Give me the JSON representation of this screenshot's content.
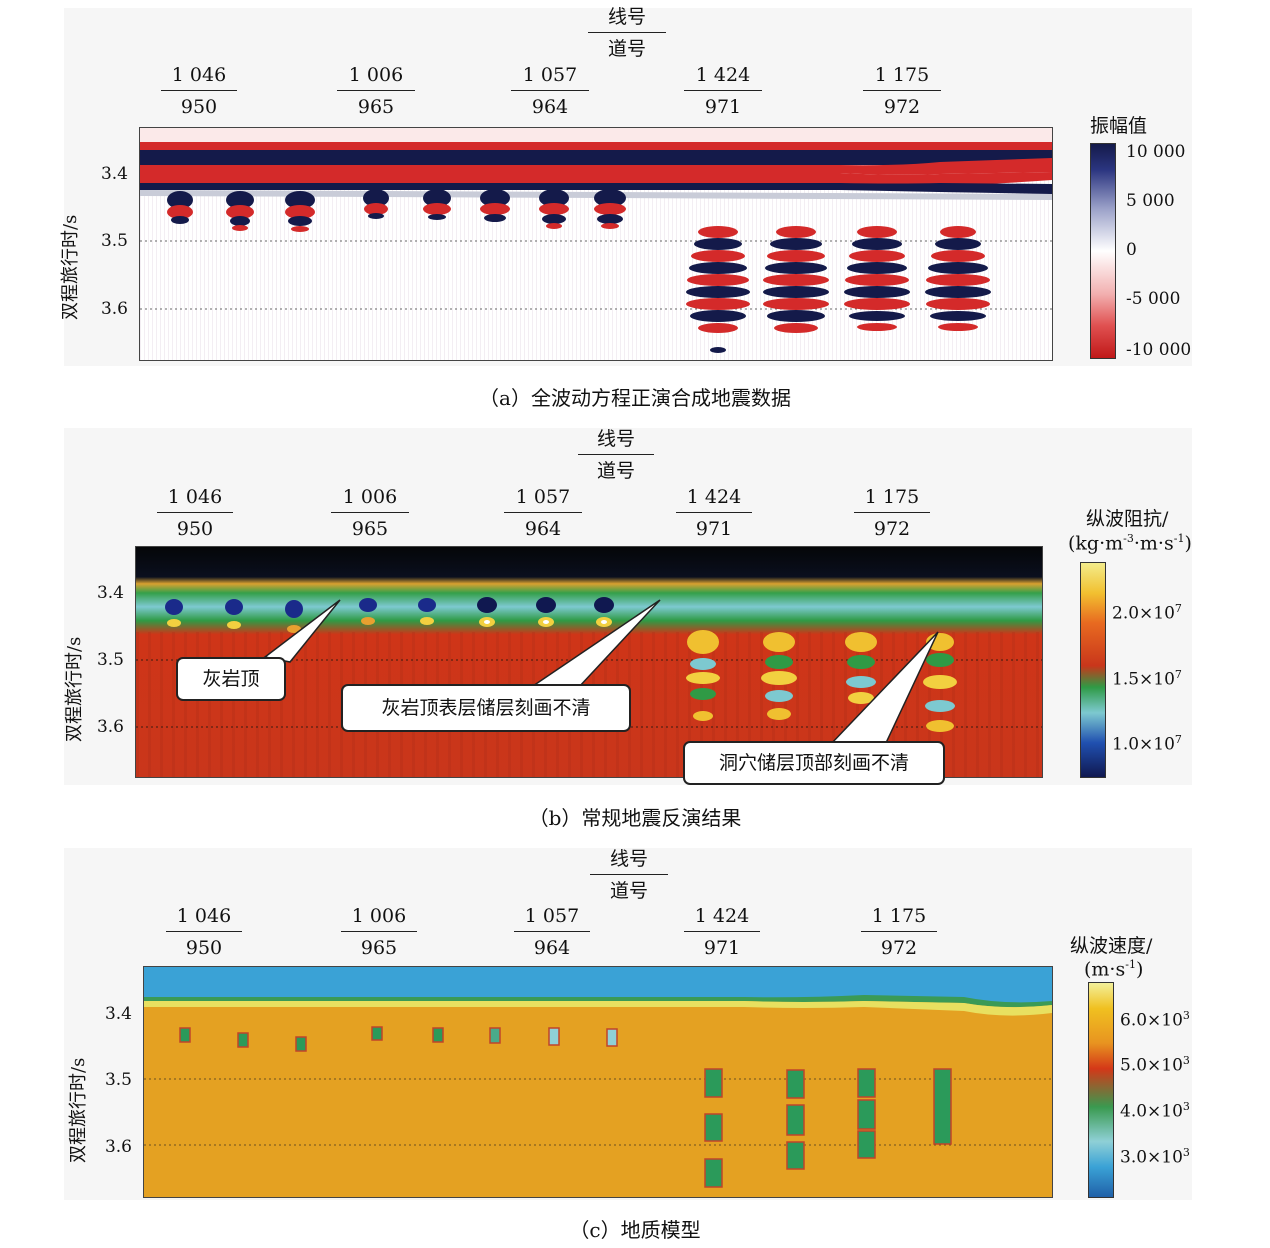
{
  "shared": {
    "line_header": "线号",
    "trace_header": "道号",
    "wells": [
      {
        "line": "1 046",
        "trace": "950"
      },
      {
        "line": "1 006",
        "trace": "965"
      },
      {
        "line": "1 057",
        "trace": "964"
      },
      {
        "line": "1 424",
        "trace": "971"
      },
      {
        "line": "1 175",
        "trace": "972"
      }
    ],
    "y_label": "双程旅行时/s",
    "y_ticks": [
      "3.4",
      "3.5",
      "3.6"
    ]
  },
  "panel_a": {
    "caption": "（a）全波动方程正演合成地震数据",
    "colorbar_title": "振幅值",
    "colorbar_ticks": [
      "10 000",
      "5 000",
      "0",
      "-5 000",
      "-10 000"
    ],
    "colors": [
      "#141a4a",
      "#ffffff",
      "#d42a2a"
    ]
  },
  "panel_b": {
    "caption": "（b）常规地震反演结果",
    "colorbar_title_1": "纵波阻抗/",
    "colorbar_title_2_base": "(kg·m",
    "colorbar_title_2_sup1": "-3",
    "colorbar_title_2_mid": "·m·s",
    "colorbar_title_2_sup2": "-1",
    "colorbar_title_2_end": ")",
    "colorbar_ticks": [
      {
        "base": "2.0×10",
        "exp": "7"
      },
      {
        "base": "1.5×10",
        "exp": "7"
      },
      {
        "base": "1.0×10",
        "exp": "7"
      }
    ],
    "annotations": [
      "灰岩顶",
      "灰岩顶表层储层刻画不清",
      "洞穴储层顶部刻画不清"
    ]
  },
  "panel_c": {
    "caption": "（c）地质模型",
    "colorbar_title_1": "纵波速度/",
    "colorbar_title_2_base": "(m·s",
    "colorbar_title_2_sup": "-1",
    "colorbar_title_2_end": ")",
    "colorbar_ticks": [
      {
        "base": "6.0×10",
        "exp": "3"
      },
      {
        "base": "5.0×10",
        "exp": "3"
      },
      {
        "base": "4.0×10",
        "exp": "3"
      },
      {
        "base": "3.0×10",
        "exp": "3"
      }
    ]
  }
}
